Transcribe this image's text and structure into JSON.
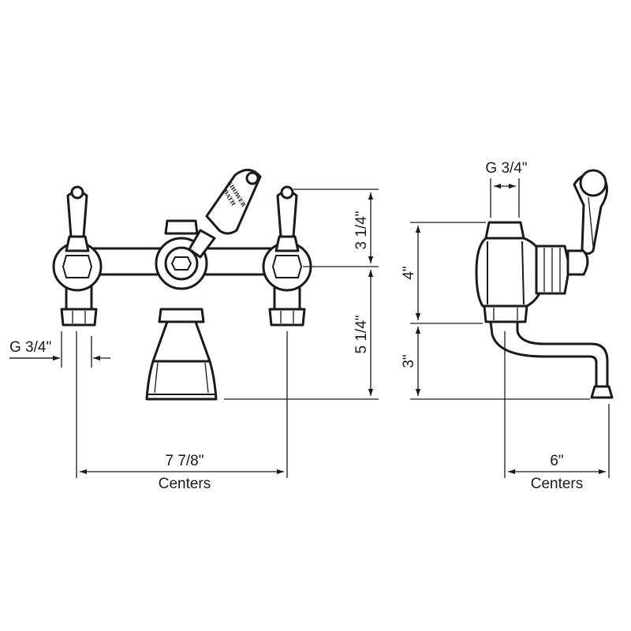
{
  "dimensions": {
    "front_inlet_thread": "G 3/4\"",
    "side_inlet_thread": "G 3/4\"",
    "upper_height": "3 1/4\"",
    "lower_height": "5 1/4\"",
    "side_upper_height": "4\"",
    "side_lower_height": "3\"",
    "front_centers_value": "7 7/8\"",
    "front_centers_label": "Centers",
    "side_centers_value": "6\"",
    "side_centers_label": "Centers"
  },
  "diverter_labels": {
    "top": "SHOWER",
    "bottom": "BATH"
  },
  "colors": {
    "line": "#1a1a1a",
    "background": "#ffffff"
  }
}
